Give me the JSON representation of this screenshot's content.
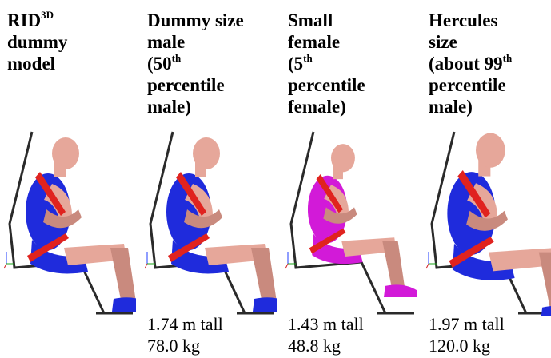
{
  "columns": [
    {
      "heading_lines": [
        {
          "text": "RID",
          "sup": "3D"
        },
        {
          "text": "dummy",
          "sup": ""
        },
        {
          "text": "model",
          "sup": ""
        }
      ],
      "height": "",
      "weight": "",
      "clothing_color": "#1f2bdc",
      "scale": 1.0
    },
    {
      "heading_lines": [
        {
          "text": "Dummy size",
          "sup": ""
        },
        {
          "text": "male",
          "sup": ""
        },
        {
          "text": "(50",
          "sup": "th"
        },
        {
          "text": "percentile",
          "sup": ""
        },
        {
          "text": "male)",
          "sup": ""
        }
      ],
      "height": "1.74 m tall",
      "weight": "78.0 kg",
      "clothing_color": "#1f2bdc",
      "scale": 1.0
    },
    {
      "heading_lines": [
        {
          "text": "Small",
          "sup": ""
        },
        {
          "text": "female",
          "sup": ""
        },
        {
          "text": "(5",
          "sup": "th"
        },
        {
          "text": "percentile",
          "sup": ""
        },
        {
          "text": "female)",
          "sup": ""
        }
      ],
      "height": "1.43 m tall",
      "weight": "48.8 kg",
      "clothing_color": "#d21ad8",
      "scale": 0.88
    },
    {
      "heading_lines": [
        {
          "text": "Hercules",
          "sup": ""
        },
        {
          "text": "size",
          "sup": ""
        },
        {
          "text": "(about 99",
          "sup": "th"
        },
        {
          "text": "percentile",
          "sup": ""
        },
        {
          "text": "male)",
          "sup": ""
        }
      ],
      "height": "1.97 m tall",
      "weight": "120.0 kg",
      "clothing_color": "#1f2bdc",
      "scale": 1.08
    }
  ],
  "colors": {
    "skin": "#e6a79a",
    "skin_shadow": "#c98a7e",
    "belt": "#e0231f",
    "seat": "#2a2a2a",
    "shoe": "#1f2bdc"
  }
}
